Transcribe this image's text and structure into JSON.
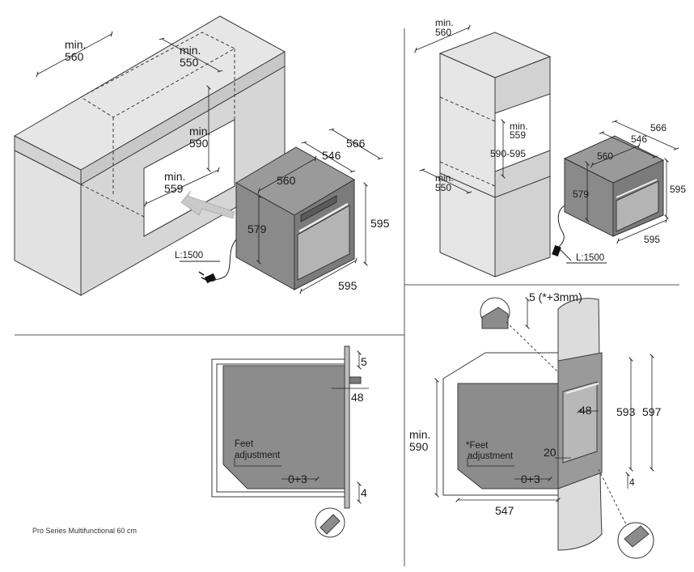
{
  "caption": "Pro Series Multifunctional 60 cm",
  "colors": {
    "cabinet": "#dcdcdc",
    "oven": "#8c8c8c",
    "ovenDark": "#6e6e6e",
    "line": "#3a3a3a",
    "arrow": "#c9c9c9"
  },
  "topLeft": {
    "min_word": "min.",
    "cut_width": "560",
    "cut_depth": "550",
    "cut_height": "590",
    "cut_depth2": "559",
    "oven_depth": "566",
    "oven_depth2": "546",
    "oven_inner_width": "560",
    "oven_inner_height": "579",
    "oven_height": "595",
    "oven_width": "595",
    "cable": "L:1500"
  },
  "topRight": {
    "min_word": "min.",
    "col_width": "560",
    "cut_depth": "559",
    "cut_height": "590-595",
    "col_depth": "550",
    "oven_depth": "566",
    "oven_depth2": "546",
    "oven_inner_width": "560",
    "oven_inner_height": "579",
    "oven_height": "595",
    "oven_width": "595",
    "cable": "L:1500"
  },
  "bottomLeft": {
    "gap_top": "5",
    "offset": "48",
    "feet_line1": "Feet",
    "feet_line2": "adjustment",
    "feet_range": "0+3",
    "gap_bottom": "4"
  },
  "bottomRight": {
    "top_gap": "5 (*+3mm)",
    "min_word": "min.",
    "min_height": "590",
    "offset": "48",
    "height1": "593",
    "height2": "597",
    "feet_line1": "*Feet",
    "feet_line2": "adjustment",
    "gap20": "20",
    "feet_range": "0+3",
    "gap_bottom": "4",
    "depth": "547"
  }
}
